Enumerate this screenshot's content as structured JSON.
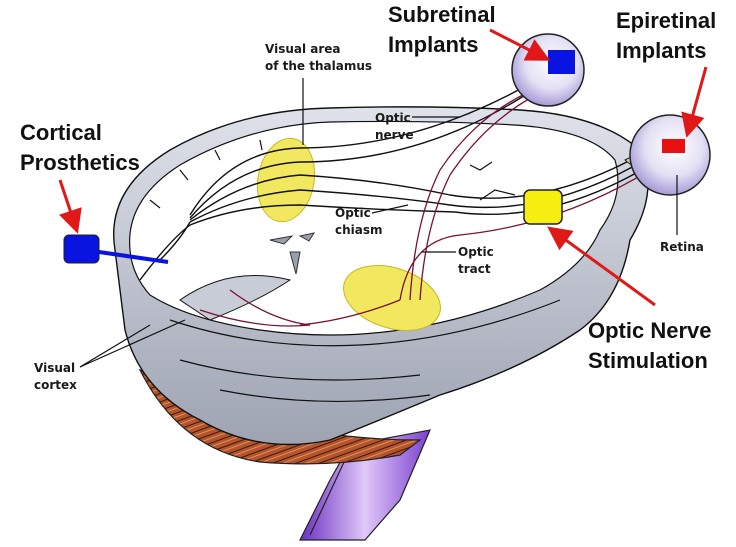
{
  "title": "Visual prosthesis implant sites along the visual pathway",
  "labels": {
    "cortical": [
      "Cortical",
      "Prosthetics"
    ],
    "subretinal": [
      "Subretinal",
      "Implants"
    ],
    "epiretinal": [
      "Epiretinal",
      "Implants"
    ],
    "optic_nerve_stim": [
      "Optic Nerve",
      "Stimulation"
    ],
    "thalamus": [
      "Visual area",
      "of the thalamus"
    ],
    "optic_nerve": [
      "Optic",
      "nerve"
    ],
    "optic_chiasm": [
      "Optic",
      "chiasm"
    ],
    "optic_tract": [
      "Optic",
      "tract"
    ],
    "visual_cortex": [
      "Visual",
      "cortex"
    ],
    "retina": "Retina"
  },
  "colors": {
    "cortical_implant": "#0a14e0",
    "subretinal_implant": "#0a14e0",
    "epiretinal_implant": "#e81010",
    "optic_nerve_implant": "#f5ee10",
    "arrow": "#e01818",
    "thalamus": "#f2e860",
    "brainstem": "#8a4fd0",
    "cerebellum": "#b0502a",
    "cortex_gray": "#b8bcc8"
  }
}
